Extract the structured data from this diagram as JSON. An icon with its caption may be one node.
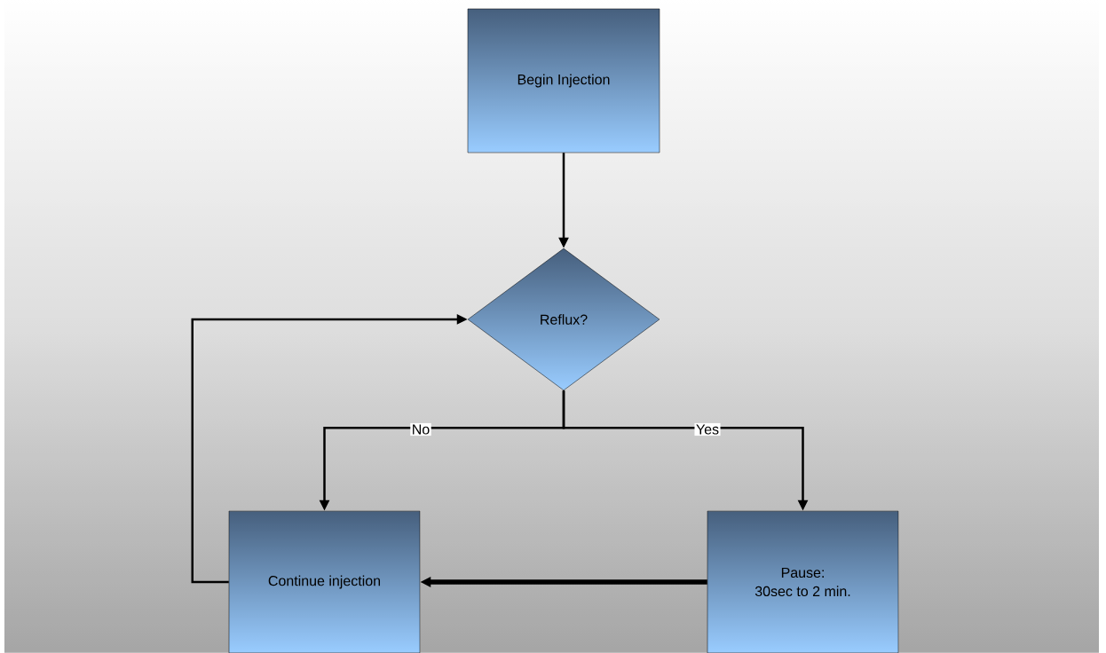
{
  "diagram": {
    "nodes": [
      {
        "text": [
          "Begin Injection"
        ]
      },
      {
        "text": [
          "Reflux?"
        ]
      },
      {
        "text": [
          "Continue injection"
        ]
      },
      {
        "text": [
          "Pause:",
          "30sec to 2 min."
        ]
      }
    ],
    "edges": [
      {
        "from": 0,
        "to": 1,
        "arrow": "to"
      },
      {
        "from": 1,
        "to": 2,
        "arrow": "to",
        "label": "No"
      },
      {
        "from": 1,
        "to": 3,
        "arrow": "to",
        "label": "Yes"
      },
      {
        "from": 3,
        "to": 2,
        "arrow": "to",
        "style": "thick"
      },
      {
        "from": 2,
        "to": 1,
        "arrow": "to"
      }
    ]
  }
}
